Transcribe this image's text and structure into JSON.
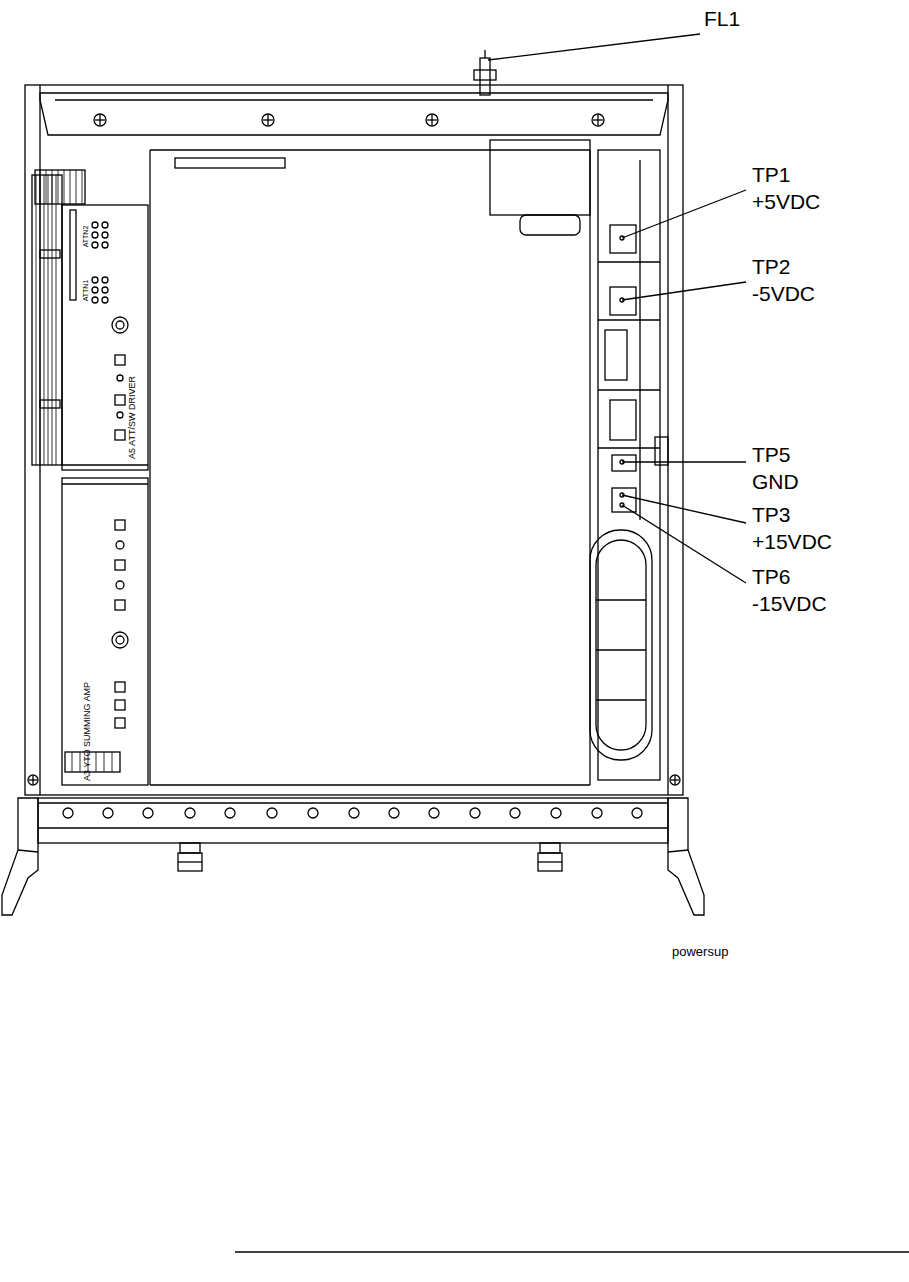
{
  "diagram": {
    "nodes": [
      {
        "text": [
          "A5 ATT/SW DRIVER"
        ]
      },
      {
        "text": [
          "A3 YTO SUMMING AMP"
        ]
      }
    ],
    "labels": [
      "FL1",
      "TP1",
      "+5VDC",
      "TP2",
      "-5VDC",
      "TP5",
      "GND",
      "TP3",
      "+15VDC",
      "TP6",
      "-15VDC",
      "ATTN2",
      "ATTN1",
      "powersup"
    ]
  }
}
